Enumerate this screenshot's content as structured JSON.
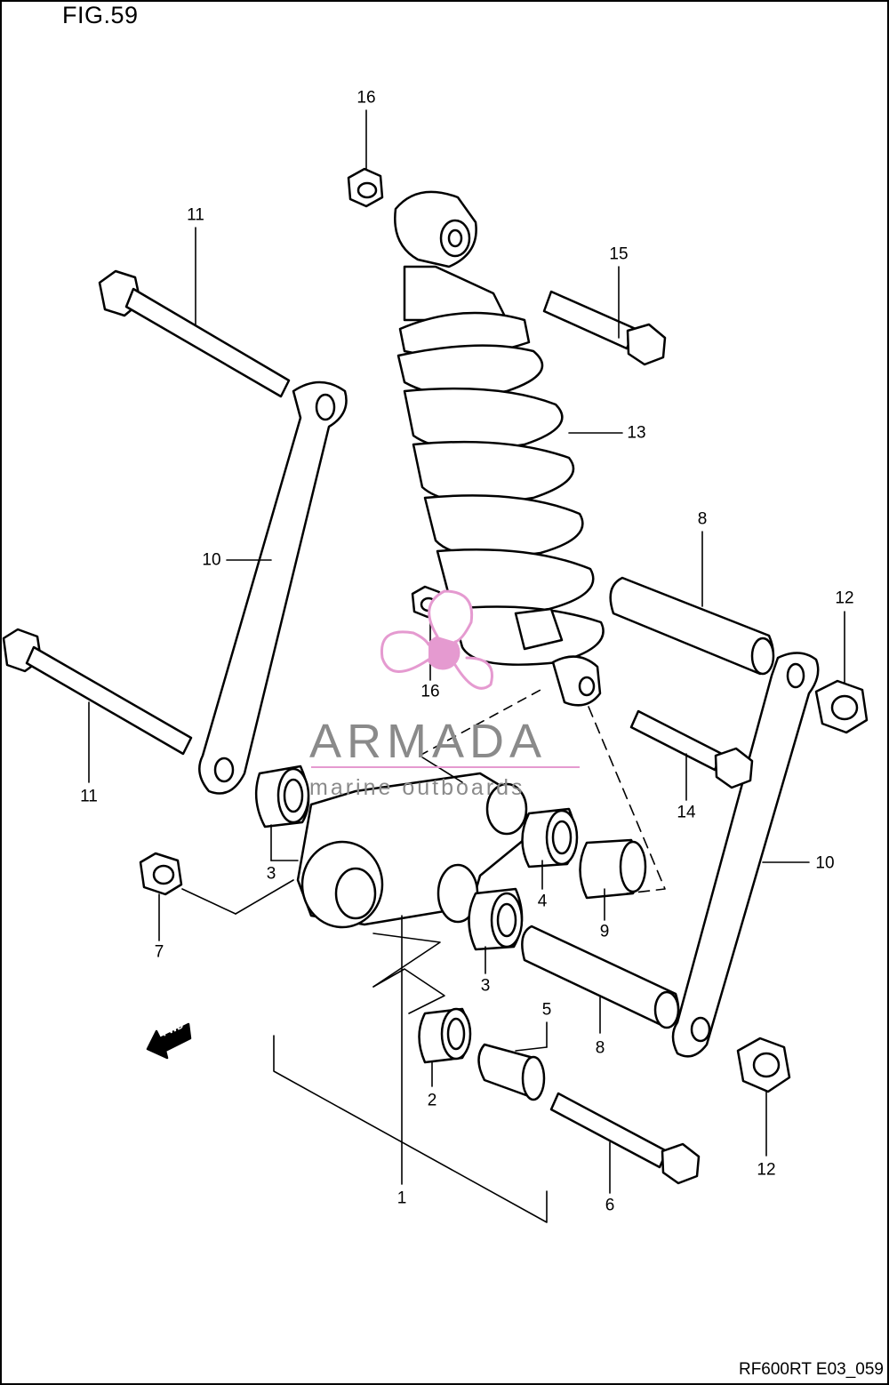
{
  "figure": {
    "title": "FIG.59",
    "code": "RF600RT E03_059"
  },
  "callouts": {
    "c1": "1",
    "c2": "2",
    "c3a": "3",
    "c3b": "3",
    "c4": "4",
    "c5": "5",
    "c6": "6",
    "c7": "7",
    "c8a": "8",
    "c8b": "8",
    "c9": "9",
    "c10a": "10",
    "c10b": "10",
    "c11a": "11",
    "c11b": "11",
    "c12a": "12",
    "c12b": "12",
    "c13": "13",
    "c14": "14",
    "c15": "15",
    "c16a": "16",
    "c16b": "16"
  },
  "direction_marker": {
    "label": "FWD",
    "icon": "forward-arrow-icon"
  },
  "watermark": {
    "brand": "ARMADA",
    "tagline": "marine outboards",
    "icon": "propeller-logo-icon",
    "accent_color": "#e59ad0",
    "text_color": "#8a8a8a"
  }
}
